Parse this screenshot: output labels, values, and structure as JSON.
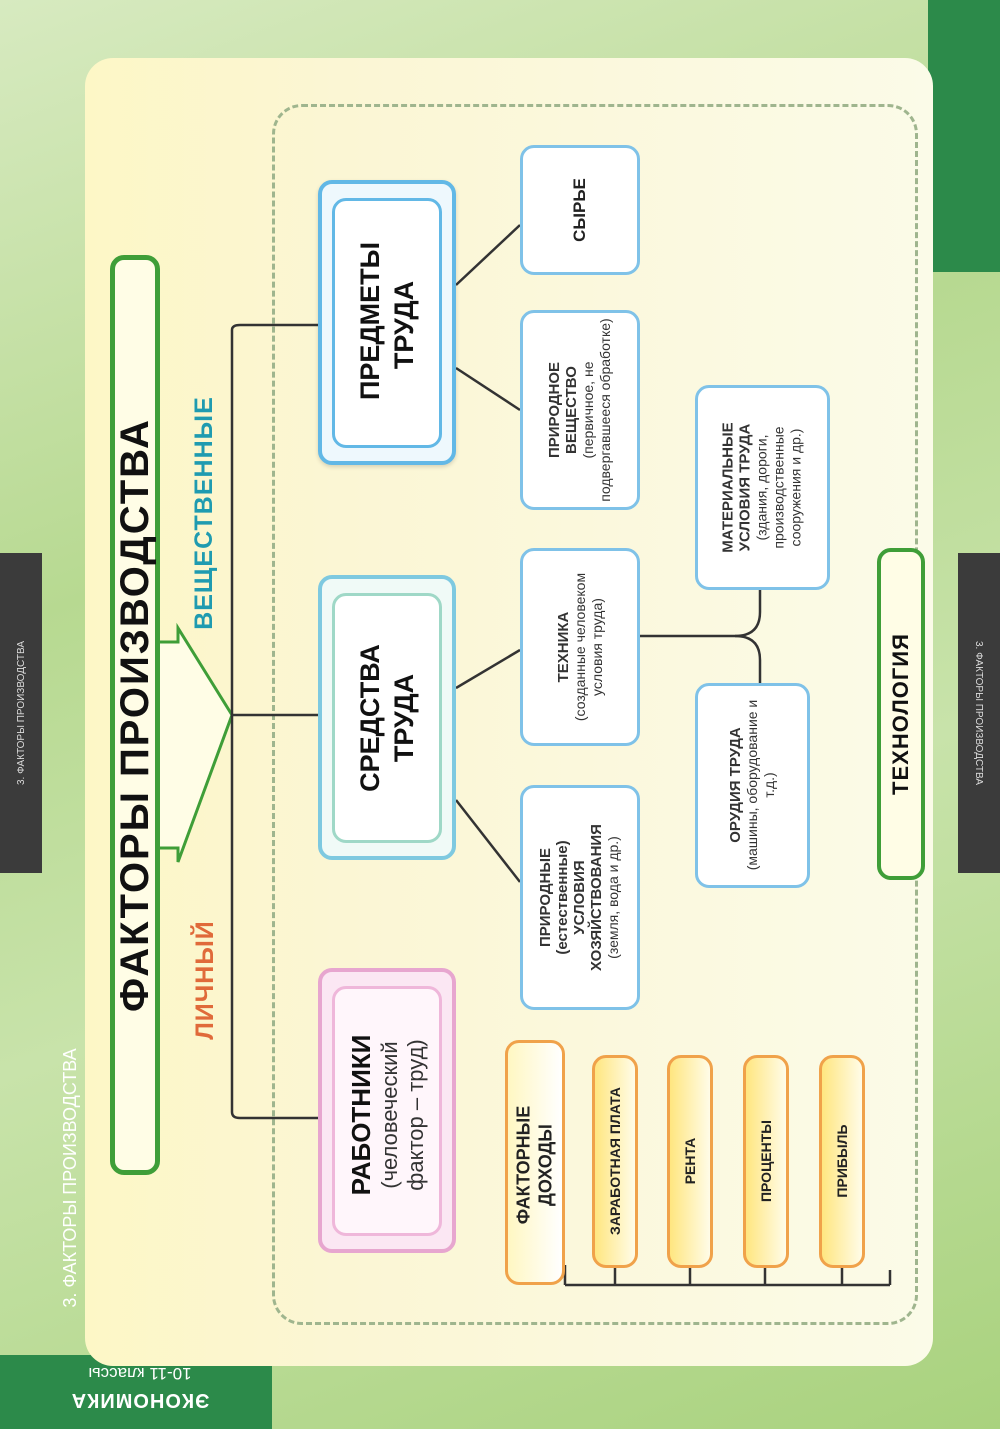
{
  "side_tab_left": "3. ФАКТОРЫ ПРОИЗВОДСТВА",
  "side_tab_right": "3. ФАКТОРЫ ПРОИЗВОДСТВА",
  "footer": {
    "subject": "ЭКОНОМИКА",
    "grade": "10-11 классы",
    "topic": "3. ФАКТОРЫ ПРОИЗВОДСТВА"
  },
  "diagram": {
    "title": "ФАКТОРЫ ПРОИЗВОДСТВА",
    "branch_material": "ВЕЩЕСТВЕННЫЕ",
    "branch_personal": "ЛИЧНЫЙ",
    "subjects_of_labor": "ПРЕДМЕТЫ ТРУДА",
    "means_of_labor": "СРЕДСТВА ТРУДА",
    "workers": {
      "title": "РАБОТНИКИ",
      "subtitle": "(человеческий фактор – труд)"
    },
    "raw_materials": "СЫРЬЕ",
    "natural_substance": {
      "title": "ПРИРОДНОЕ ВЕЩЕСТВО",
      "subtitle": "(первичное, не подвергавшееся обработке)"
    },
    "technology_means": {
      "title": "ТЕХНИКА",
      "subtitle": "(созданные человеком условия труда)"
    },
    "natural_conditions": {
      "title": "ПРИРОДНЫЕ (естественные) УСЛОВИЯ ХОЗЯЙСТВОВАНИЯ",
      "subtitle": "(земля, вода и др.)"
    },
    "material_conditions": {
      "title": "МАТЕРИАЛЬНЫЕ УСЛОВИЯ ТРУДА",
      "subtitle": "(здания, дороги, производственные сооружения и др.)"
    },
    "tools": {
      "title": "ОРУДИЯ ТРУДА",
      "subtitle": "(машины, оборудование и т.д.)"
    },
    "technology": "ТЕХНОЛОГИЯ",
    "factor_income": {
      "title": "ФАКТОРНЫЕ ДОХОДЫ",
      "items": [
        "ЗАРАБОТНАЯ ПЛАТА",
        "РЕНТА",
        "ПРОЦЕНТЫ",
        "ПРИБЫЛЬ"
      ]
    }
  },
  "colors": {
    "accent_green": "#2c8a4a",
    "branch_material": "#1f9bb0",
    "branch_personal": "#e06a3a"
  }
}
